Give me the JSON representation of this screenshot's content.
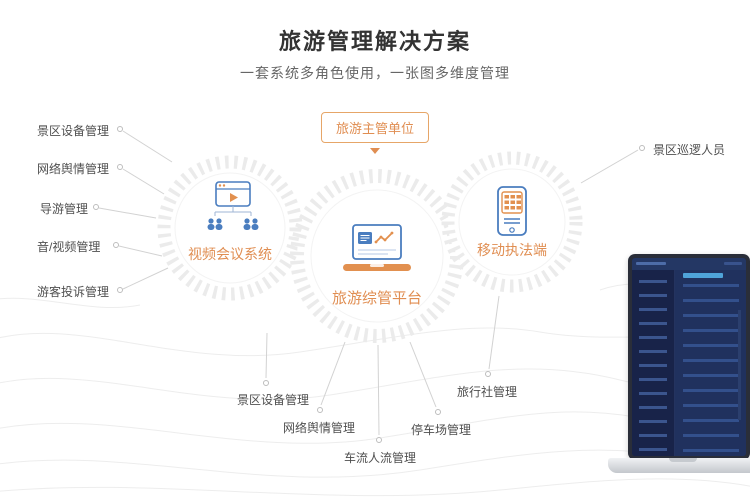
{
  "header": {
    "title": "旅游管理解决方案",
    "subtitle": "一套系统多角色使用，一张图多维度管理"
  },
  "top_badge": {
    "label": "旅游主管单位"
  },
  "circles": {
    "video": {
      "label": "视频会议系统",
      "icon": "video-conference-icon"
    },
    "platform": {
      "label": "旅游综管平台",
      "icon": "laptop-chart-icon"
    },
    "mobile": {
      "label": "移动执法端",
      "icon": "mobile-enforcement-icon"
    }
  },
  "side_labels": {
    "left": [
      "景区设备管理",
      "网络舆情管理",
      "导游管理",
      "音/视频管理",
      "游客投诉管理"
    ],
    "right": [
      "景区巡逻人员"
    ],
    "bottom": [
      "景区设备管理",
      "网络舆情管理",
      "车流人流管理",
      "停车场管理",
      "旅行社管理"
    ]
  },
  "colors": {
    "accent_orange": "#E08E52",
    "icon_blue": "#4A7DBF",
    "ring_gray": "#EBEBEB",
    "text_dark": "#333333",
    "text_gray": "#4F4F4F"
  }
}
